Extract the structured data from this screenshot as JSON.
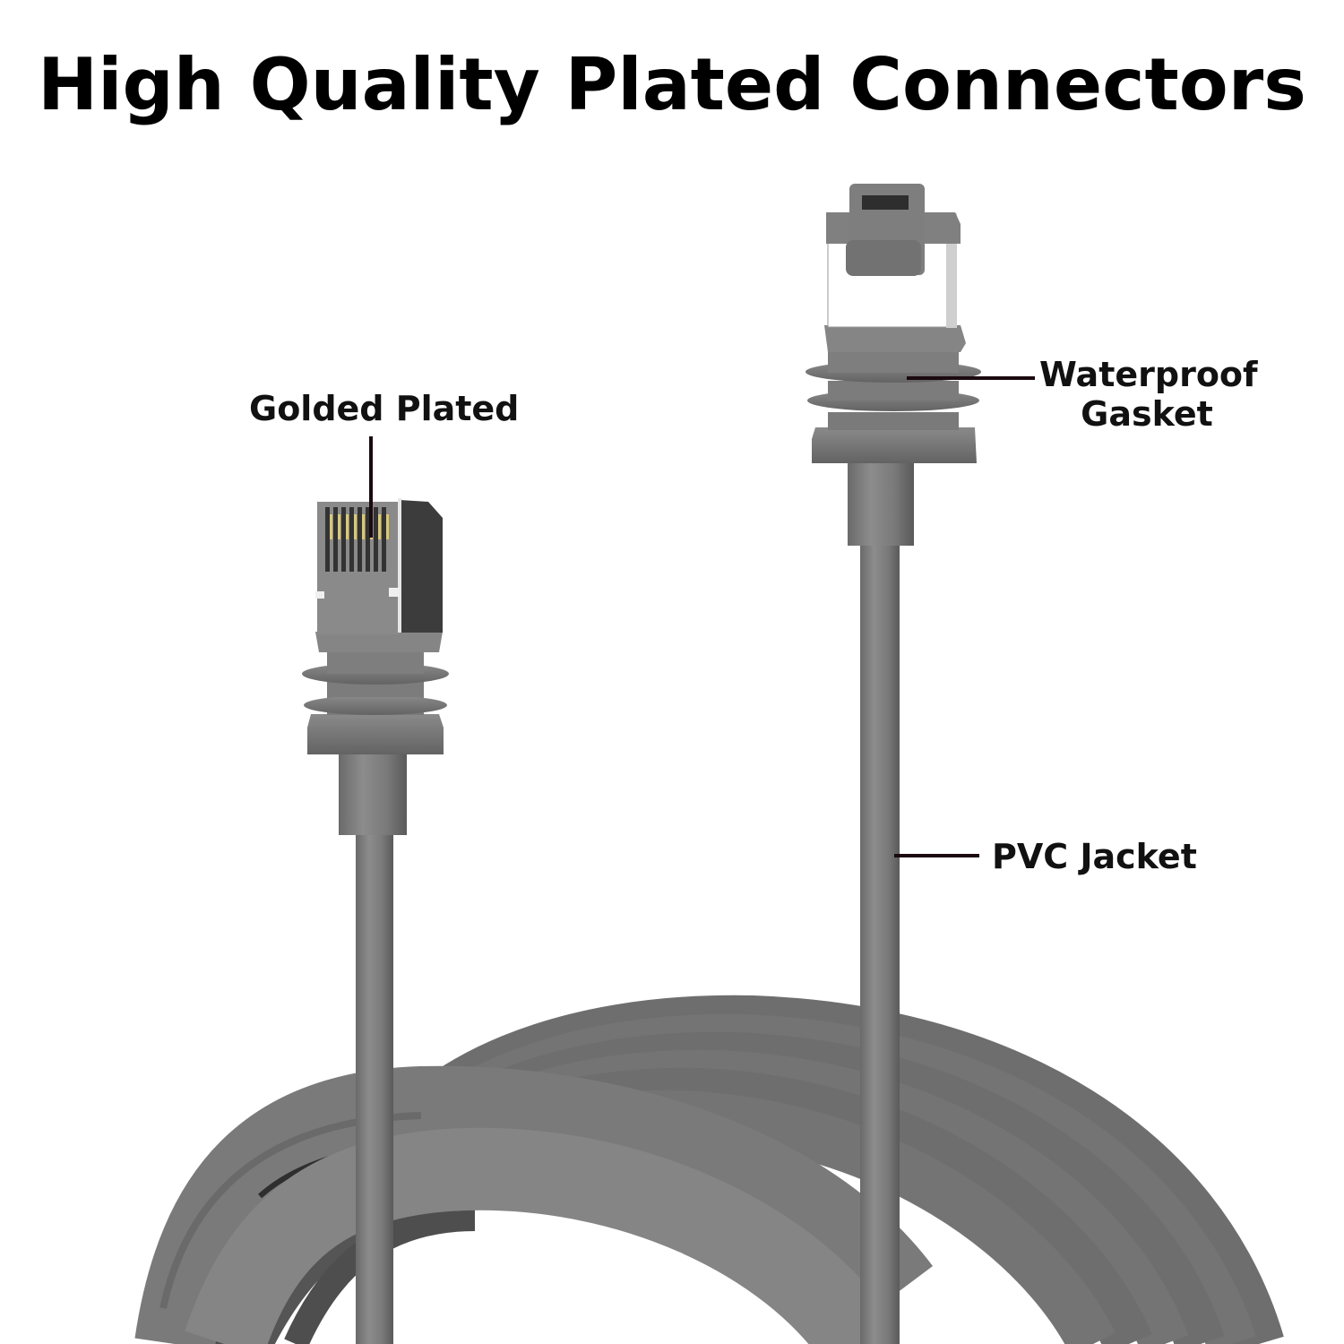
{
  "title": "High Quality Plated Connectors",
  "callouts": {
    "golded_plated": "Golded Plated",
    "waterproof_gasket_line1": "Waterproof",
    "waterproof_gasket_line2": "Gasket",
    "pvc_jacket": "PVC Jacket"
  },
  "colors": {
    "background": "#ffffff",
    "cable_gray": "#7a7a7a",
    "cable_dark": "#5c5c5c",
    "cable_light": "#9a9a9a",
    "leader_line": "#1a0a10",
    "contact_gold": "#d8c87a",
    "text": "#000000"
  }
}
